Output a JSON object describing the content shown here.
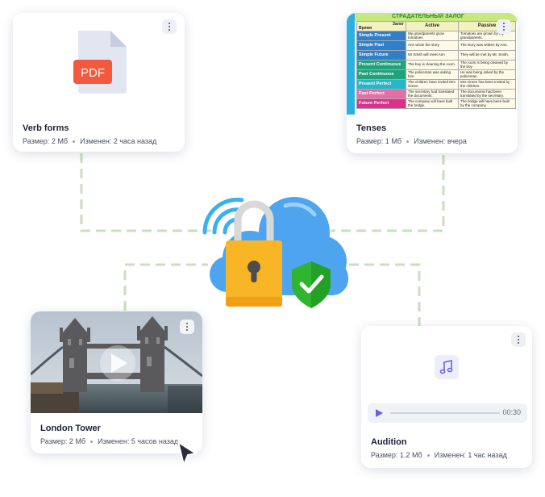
{
  "cards": [
    {
      "title": "Verb forms",
      "size": "Размер: 2 Мб",
      "modified": "Изменен: 2 часа назад",
      "badge": "PDF"
    },
    {
      "title": "Tenses",
      "size": "Размер: 1 Мб",
      "modified": "Изменен: вчера"
    },
    {
      "title": "London Tower",
      "size": "Размер: 2 Мб",
      "modified": "Изменен: 5 часов назад"
    },
    {
      "title": "Audition",
      "size": "Размер: 1.2 Мб",
      "modified": "Изменен: 1 час назад",
      "time": "00:30"
    }
  ],
  "tenses_table": {
    "title": "СТРАДАТЕЛЬНЫЙ ЗАЛОГ",
    "head_voice": "Залог",
    "head_time": "Время",
    "head_active": "Active",
    "head_passive": "Passive",
    "rows": [
      {
        "name": "Simple Present",
        "color": "#2f7fcb",
        "active": "My grandparents grow tomatoes",
        "passive": "Tomatoes are grown by my grandparents."
      },
      {
        "name": "Simple Past",
        "color": "#2f7fcb",
        "active": "Ann wrote the story.",
        "passive": "The story was written by Ann."
      },
      {
        "name": "Simple Future",
        "color": "#2f7fcb",
        "active": "Mr Smith will meet Ann",
        "passive": "They will be met by Mr. Smith."
      },
      {
        "name": "Present Continuous",
        "color": "#1fa37b",
        "active": "The boy is cleaning the room.",
        "passive": "The room is being cleaned by the boy."
      },
      {
        "name": "Past Continuous",
        "color": "#1fa37b",
        "active": "The policeman was asking him.",
        "passive": "He was being asked by the policeman."
      },
      {
        "name": "Present Perfect",
        "color": "#27b5c9",
        "active": "The children have invited Mrs Green",
        "passive": "Mrs Green has been invited by the children."
      },
      {
        "name": "Past Perfect",
        "color": "#e46fa6",
        "active": "The secretary had translated the documents.",
        "passive": "The documents had been translated by the secretary."
      },
      {
        "name": "Future Perfect",
        "color": "#df2f8c",
        "active": "The company will have built the bridge.",
        "passive": "The bridge will have been built by the company."
      }
    ]
  },
  "colors": {
    "connector": "#c8dfc0",
    "cloud": "#4da3f0",
    "lock": "#f7b829",
    "shield": "#2fb52f",
    "accent": "#6f60d9"
  },
  "icons": {
    "pdf": "pdf-file-icon",
    "music": "music-note-icon",
    "play": "play-icon",
    "more": "more-vertical-icon",
    "cursor": "cursor-arrow-icon",
    "cloud": "cloud-lock-icon"
  }
}
